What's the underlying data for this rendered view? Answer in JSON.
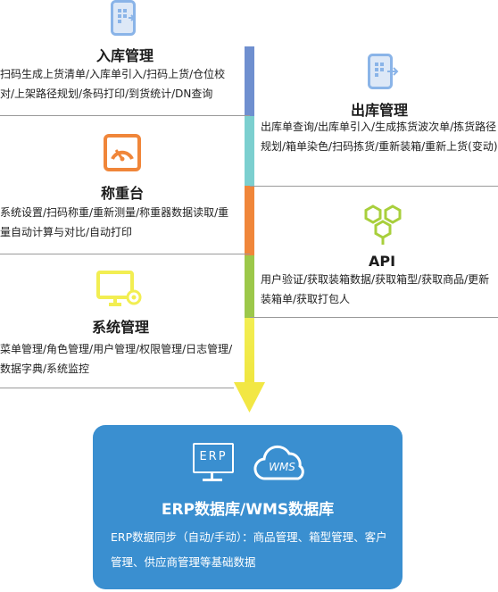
{
  "modules": {
    "inbound": {
      "title": "入库管理",
      "desc": "扫码生成上货清单/入库单引入/扫码上货/仓位校对/上架路径规划/条码打印/到货统计/DN查询",
      "icon": "phone-arrow-icon"
    },
    "outbound": {
      "title": "出库管理",
      "desc": "出库单查询/出库单引入/生成拣货波次单/拣货路径规划/箱单染色/扫码拣货/重新装箱/重新上货(变动)",
      "icon": "phone-arrow-icon"
    },
    "weighing": {
      "title": "称重台",
      "desc": "系统设置/扫码称重/重新测量/称重器数据读取/重量自动计算与对比/自动打印",
      "icon": "gauge-icon"
    },
    "api": {
      "title": "API",
      "desc": "用户验证/获取装箱数据/获取箱型/获取商品/更新装箱单/获取打包人",
      "icon": "hexagon-cluster-icon"
    },
    "system": {
      "title": "系统管理",
      "desc": "菜单管理/角色管理/用户管理/权限管理/日志管理/数据字典/系统监控",
      "icon": "monitor-gear-icon"
    }
  },
  "database": {
    "title": "ERP数据库/WMS数据库",
    "desc": "ERP数据同步（自动/手动）：商品管理、箱型管理、客户管理、供应商管理等基础数据",
    "erp_label": "ERP",
    "wms_label": "WMS"
  },
  "colors": {
    "seg1": "#6f8fcf",
    "seg2": "#7ccfcf",
    "seg3": "#f0863a",
    "seg4": "#9cc84a",
    "seg5": "#f2ee52",
    "accent_blue": "#3a8fd0",
    "icon_blue": "#8ab4e8",
    "icon_orange": "#f0863a",
    "icon_green": "#a8cf3c",
    "icon_yellow": "#f2ee52"
  }
}
